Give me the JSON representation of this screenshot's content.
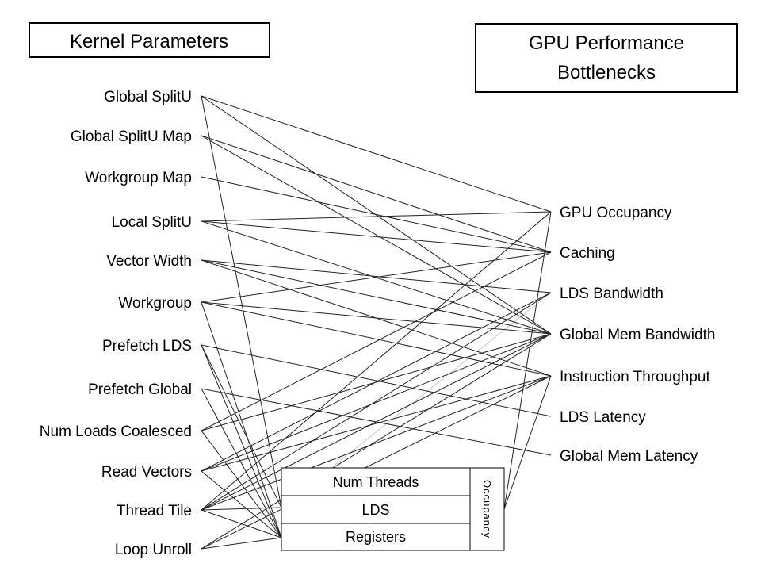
{
  "titles": {
    "left": "Kernel Parameters",
    "right_line1": "GPU Performance",
    "right_line2": "Bottlenecks"
  },
  "parameters": [
    {
      "id": "global_splitu",
      "label": "Global SplitU"
    },
    {
      "id": "global_splitu_map",
      "label": "Global SplitU Map"
    },
    {
      "id": "workgroup_map",
      "label": "Workgroup Map"
    },
    {
      "id": "local_splitu",
      "label": "Local SplitU"
    },
    {
      "id": "vector_width",
      "label": "Vector Width"
    },
    {
      "id": "workgroup",
      "label": "Workgroup"
    },
    {
      "id": "prefetch_lds",
      "label": "Prefetch LDS"
    },
    {
      "id": "prefetch_global",
      "label": "Prefetch Global"
    },
    {
      "id": "num_loads_coalesced",
      "label": "Num Loads Coalesced"
    },
    {
      "id": "read_vectors",
      "label": "Read Vectors"
    },
    {
      "id": "thread_tile",
      "label": "Thread Tile"
    },
    {
      "id": "loop_unroll",
      "label": "Loop Unroll"
    }
  ],
  "bottlenecks": [
    {
      "id": "gpu_occupancy",
      "label": "GPU Occupancy"
    },
    {
      "id": "caching",
      "label": "Caching"
    },
    {
      "id": "lds_bandwidth",
      "label": "LDS Bandwidth"
    },
    {
      "id": "global_mem_bandwidth",
      "label": "Global Mem Bandwidth"
    },
    {
      "id": "instruction_throughput",
      "label": "Instruction Throughput"
    },
    {
      "id": "lds_latency",
      "label": "LDS Latency"
    },
    {
      "id": "global_mem_latency",
      "label": "Global Mem Latency"
    }
  ],
  "resources": {
    "rows": [
      {
        "id": "num_threads",
        "label": "Num Threads"
      },
      {
        "id": "lds",
        "label": "LDS"
      },
      {
        "id": "registers",
        "label": "Registers"
      }
    ],
    "side_label": "Occupancy"
  },
  "edges": [
    [
      "global_splitu",
      "gpu_occupancy"
    ],
    [
      "global_splitu",
      "global_mem_bandwidth"
    ],
    [
      "global_splitu",
      "res:lds"
    ],
    [
      "global_splitu_map",
      "caching"
    ],
    [
      "global_splitu_map",
      "global_mem_bandwidth"
    ],
    [
      "workgroup_map",
      "caching"
    ],
    [
      "local_splitu",
      "gpu_occupancy"
    ],
    [
      "local_splitu",
      "caching"
    ],
    [
      "local_splitu",
      "global_mem_bandwidth"
    ],
    [
      "vector_width",
      "lds_bandwidth"
    ],
    [
      "vector_width",
      "global_mem_bandwidth"
    ],
    [
      "vector_width",
      "instruction_throughput"
    ],
    [
      "workgroup",
      "caching"
    ],
    [
      "workgroup",
      "global_mem_bandwidth"
    ],
    [
      "workgroup",
      "instruction_throughput"
    ],
    [
      "workgroup",
      "res:registers"
    ],
    [
      "prefetch_lds",
      "lds_latency"
    ],
    [
      "prefetch_lds",
      "res:lds"
    ],
    [
      "prefetch_lds",
      "res:registers"
    ],
    [
      "prefetch_global",
      "global_mem_latency"
    ],
    [
      "prefetch_global",
      "res:registers"
    ],
    [
      "num_loads_coalesced",
      "caching"
    ],
    [
      "num_loads_coalesced",
      "global_mem_bandwidth"
    ],
    [
      "num_loads_coalesced",
      "res:registers"
    ],
    [
      "read_vectors",
      "lds_bandwidth"
    ],
    [
      "read_vectors",
      "global_mem_bandwidth"
    ],
    [
      "read_vectors",
      "instruction_throughput"
    ],
    [
      "read_vectors",
      "res:registers"
    ],
    [
      "thread_tile",
      "gpu_occupancy"
    ],
    [
      "thread_tile",
      "lds_bandwidth"
    ],
    [
      "thread_tile",
      "global_mem_bandwidth"
    ],
    [
      "thread_tile",
      "instruction_throughput"
    ],
    [
      "thread_tile",
      "res:lds"
    ],
    [
      "thread_tile",
      "res:registers"
    ],
    [
      "loop_unroll",
      "global_mem_bandwidth"
    ],
    [
      "loop_unroll",
      "instruction_throughput"
    ],
    [
      "loop_unroll",
      "res:registers"
    ],
    [
      "res:occupancy",
      "gpu_occupancy"
    ],
    [
      "res:occupancy",
      "instruction_throughput"
    ]
  ],
  "light_edges": [
    [
      "res:lds",
      "lds_bandwidth"
    ]
  ]
}
